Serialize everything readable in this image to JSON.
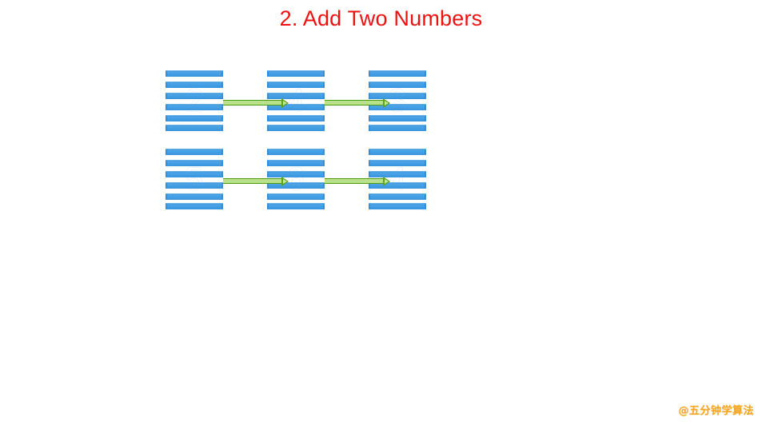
{
  "slide": {
    "title": "2. Add Two Numbers",
    "title_color": "#ee1111",
    "background_color": "#ffffff"
  },
  "colors": {
    "node_stripe": "#3f9ae0",
    "node_stripe_dark": "#2f8ad4",
    "node_value_text": "#ffffff",
    "arrow_outline": "#4f9c12",
    "arrow_fill": "#b9e08a",
    "watermark": "#f5a623",
    "title": "#ee1111"
  },
  "diagram": {
    "type": "linked-list",
    "stripes_per_node": 6,
    "rows": [
      {
        "name": "addend-1",
        "nodes": [
          {
            "value": "2"
          },
          {
            "value": "4"
          },
          {
            "value": "3"
          }
        ],
        "links": [
          {
            "from": "2",
            "to": "4",
            "glyph": "arrow-right"
          },
          {
            "from": "4",
            "to": "3",
            "glyph": "arrow-right"
          }
        ]
      },
      {
        "name": "addend-2",
        "nodes": [
          {
            "value": "5"
          },
          {
            "value": "6"
          },
          {
            "value": "4"
          }
        ],
        "links": [
          {
            "from": "5",
            "to": "6",
            "glyph": "arrow-right"
          },
          {
            "from": "6",
            "to": "4",
            "glyph": "arrow-right"
          }
        ]
      }
    ]
  },
  "watermark": {
    "text": "@五分钟学算法"
  }
}
